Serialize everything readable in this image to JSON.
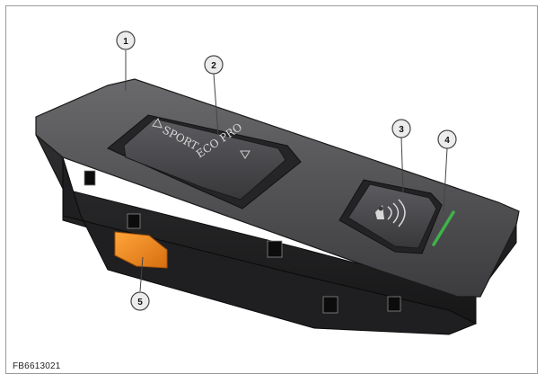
{
  "figure": {
    "reference_code": "FB6613021",
    "button_labels": {
      "sport": "SPORT",
      "ecopro": "ECO PRO"
    },
    "callouts": [
      "1",
      "2",
      "3",
      "4",
      "5"
    ],
    "colors": {
      "housing": "#3a3a3c",
      "housing_top": "#58585b",
      "button": "#4a4a4d",
      "indicator_led": "#3fb24a",
      "connector": "#f08a1e",
      "callout_fill": "#ececec"
    },
    "icons": [
      "park-assist-icon",
      "arrow-up-icon",
      "arrow-down-icon"
    ]
  }
}
